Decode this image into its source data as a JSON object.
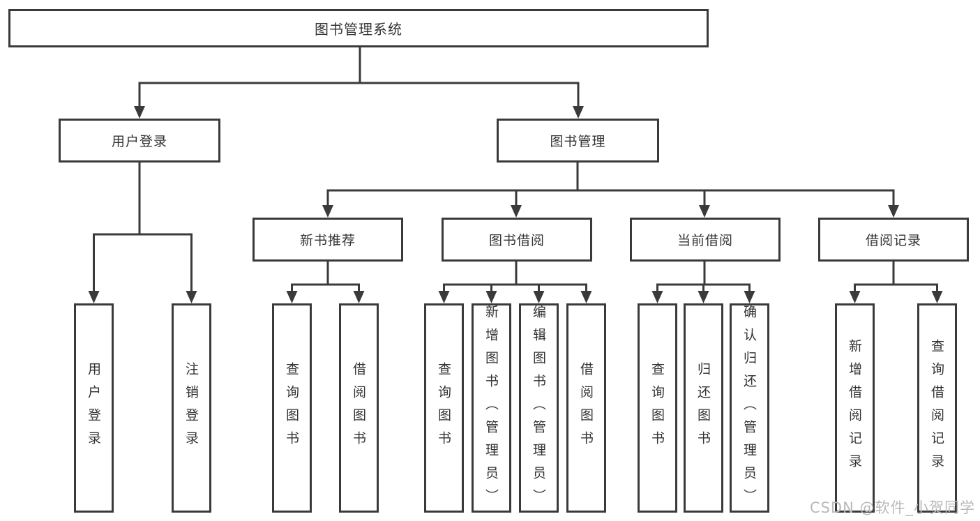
{
  "diagram": {
    "root": {
      "label": "图书管理系统"
    },
    "modules": [
      {
        "label": "用户登录",
        "children": [
          "用户登录",
          "注销登录"
        ]
      },
      {
        "label": "图书管理",
        "submodules": [
          {
            "label": "新书推荐",
            "children": [
              "查询图书",
              "借阅图书"
            ]
          },
          {
            "label": "图书借阅",
            "children": [
              "查询图书",
              "新增图书（管理员）",
              "编辑图书（管理员）",
              "借阅图书"
            ]
          },
          {
            "label": "当前借阅",
            "children": [
              "查询图书",
              "归还图书",
              "确认归还（管理员）"
            ]
          },
          {
            "label": "借阅记录",
            "children": [
              "新增借阅记录",
              "查询借阅记录"
            ]
          }
        ]
      }
    ]
  },
  "watermark": {
    "text": "CSDN @软件_小贺同学"
  },
  "colors": {
    "line": "#3a3a3a",
    "text": "#333333",
    "watermark": "#b9b9b9",
    "background": "#ffffff"
  }
}
